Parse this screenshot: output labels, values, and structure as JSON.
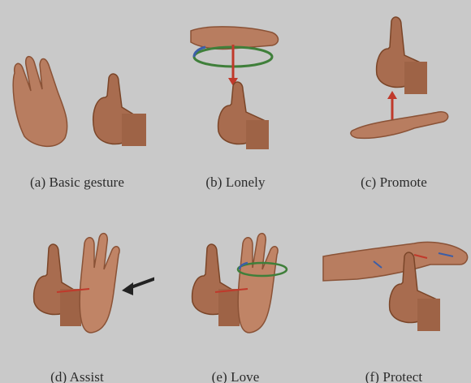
{
  "figure": {
    "panels": [
      {
        "caption": "(a) Basic gesture",
        "gesture_icon": "flat-hand-and-thumbs-up-icon"
      },
      {
        "caption": "(b) Lonely",
        "gesture_icon": "hand-circling-over-thumbs-up-icon"
      },
      {
        "caption": "(c) Promote",
        "gesture_icon": "palm-lifting-thumbs-up-icon"
      },
      {
        "caption": "(d) Assist",
        "gesture_icon": "palm-pushing-thumbs-up-icon"
      },
      {
        "caption": "(e) Love",
        "gesture_icon": "palm-circling-near-thumbs-up-icon"
      },
      {
        "caption": "(f) Protect",
        "gesture_icon": "palm-covering-thumbs-up-icon"
      }
    ],
    "colors": {
      "background": "#c9c9c9",
      "skin": "#b87d60",
      "skin_shadow": "#8a5236",
      "arrow_red": "#c0392b",
      "arrow_dark": "#222222",
      "circle_green": "#3f7f3a",
      "circle_blue": "#3b5ea8"
    }
  }
}
